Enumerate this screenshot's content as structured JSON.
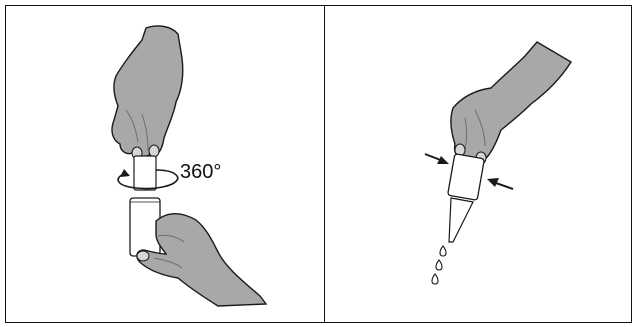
{
  "figure": {
    "panels": [
      {
        "id": "open-cap",
        "annotation": "360°",
        "depicts": [
          "hand-twisting-cap",
          "hand-holding-bottle",
          "rotation-arrow-icon",
          "bottle"
        ]
      },
      {
        "id": "squeeze-drops",
        "depicts": [
          "hand-squeezing-bottle",
          "press-arrow-icon",
          "dropper-tip",
          "drop-icon"
        ]
      }
    ],
    "colors": {
      "skin": "#a8a8a8",
      "skin_shadow": "#8f8f8f",
      "outline": "#1a1a1a",
      "bottle": "#ffffff",
      "border": "#111111"
    }
  }
}
